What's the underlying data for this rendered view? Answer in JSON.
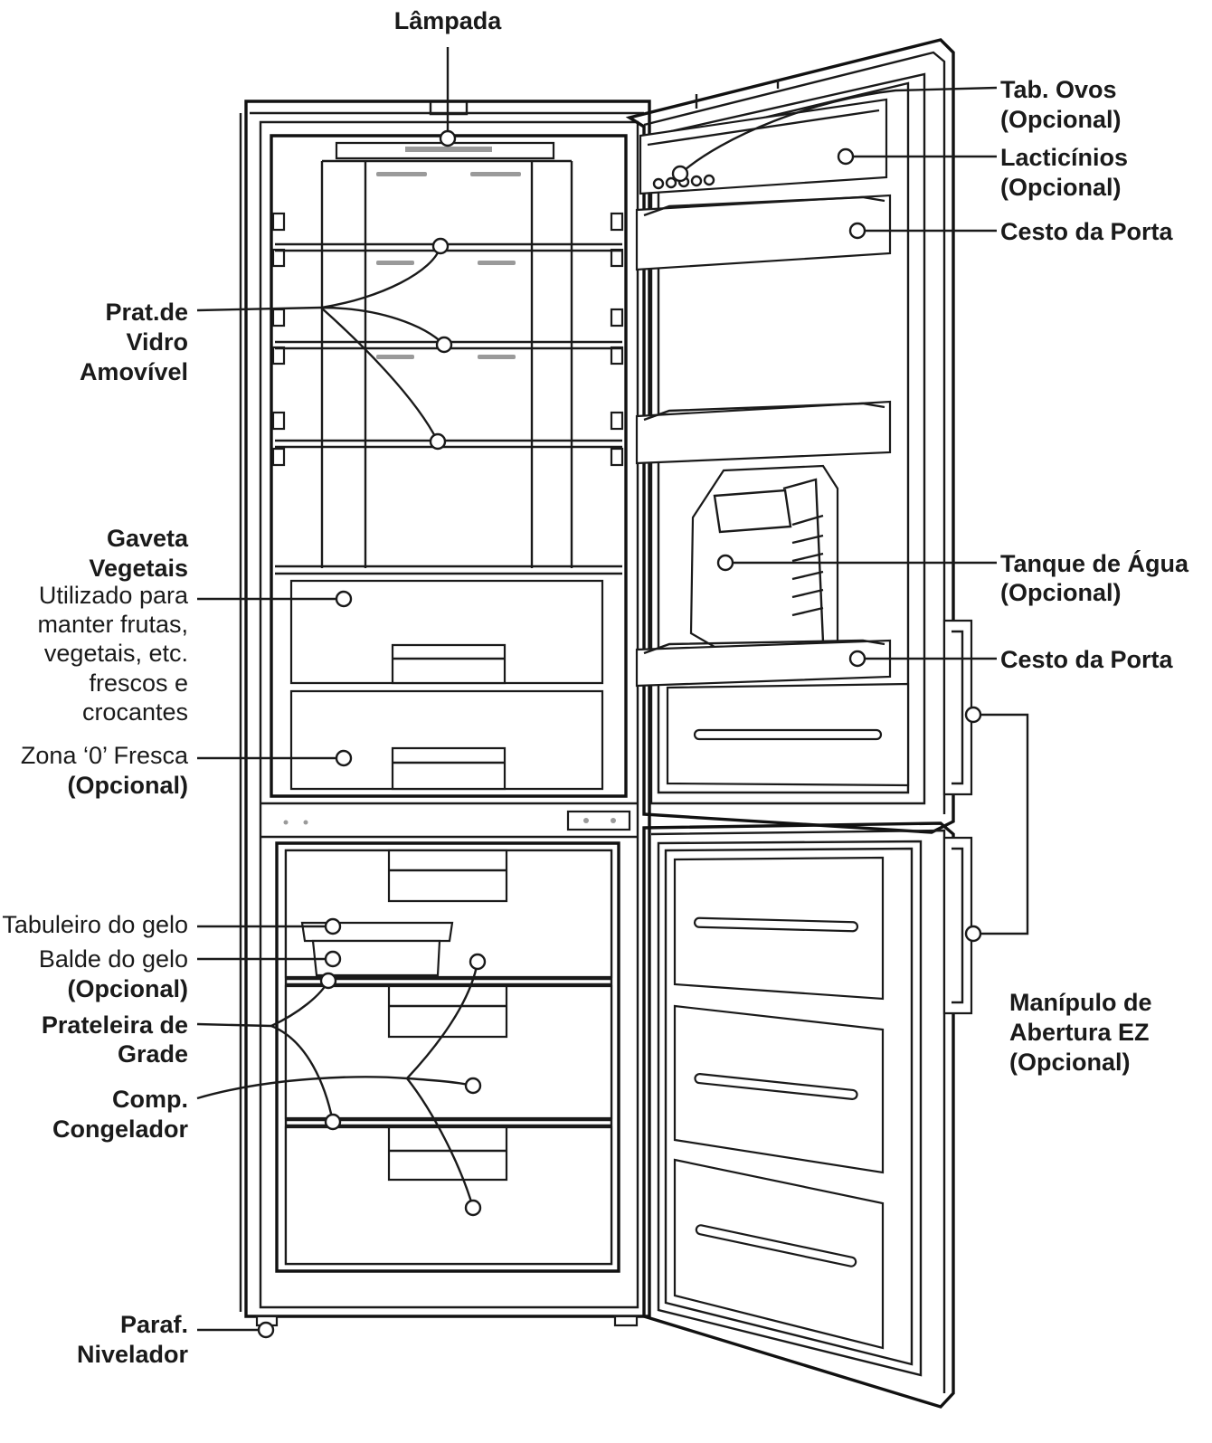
{
  "labels": {
    "lampada": "Lâmpada",
    "tab_ovos": "Tab. Ovos",
    "tab_ovos_opt": "(Opcional)",
    "lacticinios": "Lacticínios",
    "lacticinios_opt": "(Opcional)",
    "cesto_porta_top": "Cesto da Porta",
    "prat_vidro_1": "Prat.de",
    "prat_vidro_2": "Vidro",
    "prat_vidro_3": "Amovível",
    "gaveta_1": "Gaveta",
    "gaveta_2": "Vegetais",
    "gaveta_desc_1": "Utilizado para",
    "gaveta_desc_2": "manter frutas,",
    "gaveta_desc_3": "vegetais, etc.",
    "gaveta_desc_4": "frescos e",
    "gaveta_desc_5": "crocantes",
    "tanque_1": "Tanque de Água",
    "tanque_2": "(Opcional)",
    "cesto_porta_bottom": "Cesto da Porta",
    "zona_1": "Zona ‘0’ Fresca",
    "zona_2": "(Opcional)",
    "tabuleiro": "Tabuleiro do gelo",
    "balde_1": "Balde do gelo",
    "balde_2": "(Opcional)",
    "prateleira_1": "Prateleira de",
    "prateleira_2": "Grade",
    "manipulo_1": "Manípulo de",
    "manipulo_2": "Abertura EZ",
    "manipulo_3": "(Opcional)",
    "comp_1": "Comp.",
    "comp_2": "Congelador",
    "paraf_1": "Paraf.",
    "paraf_2": "Nivelador"
  }
}
